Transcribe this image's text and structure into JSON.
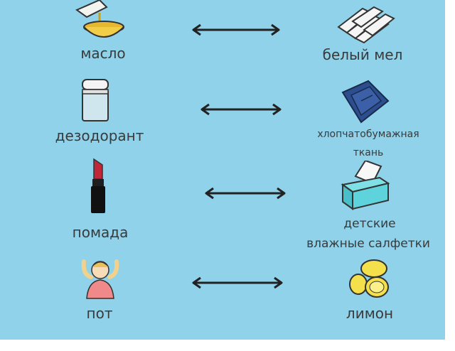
{
  "pairs": [
    {
      "left": {
        "label": "масло",
        "icon": "oil-bowl-icon"
      },
      "right": {
        "label": "белый  мел",
        "icon": "white-chalk-icon"
      }
    },
    {
      "left": {
        "label": "дезодорант",
        "icon": "deodorant-stick-icon"
      },
      "right": {
        "label_line1": "хлопчатобумажная",
        "label_line2": "ткань",
        "icon": "cotton-cloth-icon"
      }
    },
    {
      "left": {
        "label": "помада",
        "icon": "lipstick-icon"
      },
      "right": {
        "label_line1": "детские",
        "label_line2": "влажные салфетки",
        "icon": "baby-wipes-icon"
      }
    },
    {
      "left": {
        "label": "пот",
        "icon": "sweating-person-icon"
      },
      "right": {
        "label": "лимон",
        "icon": "lemon-icon"
      }
    }
  ],
  "colors": {
    "background": "#8fd2ea",
    "text": "#3a3a3a",
    "arrow": "#222222",
    "lemon": "#f4e04a",
    "lipstick": "#c0283a",
    "wipes_box": "#56d0d8",
    "cloth": "#2a4a8a"
  }
}
